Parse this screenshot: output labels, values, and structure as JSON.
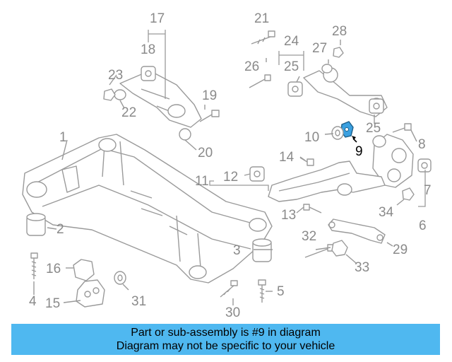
{
  "diagram": {
    "callouts": [
      "1",
      "2",
      "3",
      "4",
      "5",
      "6",
      "7",
      "8",
      "9",
      "10",
      "11",
      "12",
      "13",
      "14",
      "15",
      "16",
      "17",
      "18",
      "19",
      "20",
      "21",
      "22",
      "23",
      "24",
      "25",
      "26",
      "27",
      "28",
      "29",
      "30",
      "31",
      "32",
      "33",
      "34",
      "25"
    ],
    "highlight_color": "#3aa0e0"
  },
  "banner": {
    "line1": "Part or sub-assembly is #9 in diagram",
    "line2": "Diagram may not be specific to your vehicle",
    "background_color": "#4fb8f0"
  }
}
